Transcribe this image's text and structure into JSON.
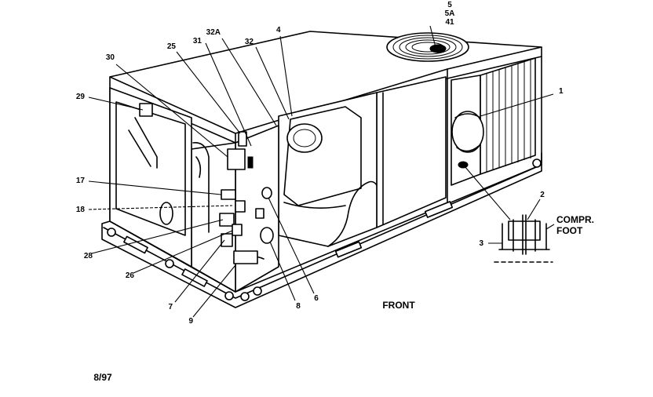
{
  "labels": {
    "p1": "1",
    "p2": "2",
    "p3": "3",
    "p4": "4",
    "p5": "5",
    "p5a": "5A",
    "p41": "41",
    "p6": "6",
    "p7": "7",
    "p8": "8",
    "p9": "9",
    "p17": "17",
    "p18": "18",
    "p25": "25",
    "p26": "26",
    "p28": "28",
    "p29": "29",
    "p30": "30",
    "p31": "31",
    "p32": "32",
    "p32a": "32A"
  },
  "compr_foot_line1": "COMPR.",
  "compr_foot_line2": "FOOT",
  "front_label": "FRONT",
  "date_code": "8/97"
}
